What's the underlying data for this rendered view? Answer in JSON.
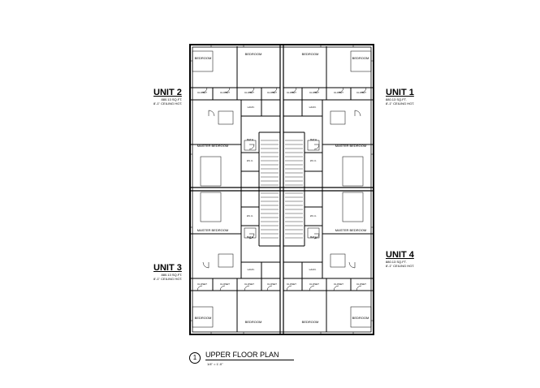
{
  "units": {
    "u1": {
      "name": "UNIT 1",
      "area": "880.13 SQ.FT.",
      "ceiling": "8'-1\" CEILING HGT."
    },
    "u2": {
      "name": "UNIT 2",
      "area": "880.13 SQ.FT.",
      "ceiling": "8'-1\" CEILING HGT."
    },
    "u3": {
      "name": "UNIT 3",
      "area": "880.13 SQ.FT.",
      "ceiling": "8'-1\" CEILING HGT."
    },
    "u4": {
      "name": "UNIT 4",
      "area": "880.13 SQ.FT.",
      "ceiling": "8'-1\" CEILING HGT."
    }
  },
  "rooms": {
    "bedroom": "BEDROOM",
    "master_bedroom": "MASTER BEDROOM",
    "closet": "CLOSET",
    "laundry": "LAUN.",
    "bath": "BATH",
    "walk_in_closet": "W.I.C."
  },
  "title": {
    "number": "1",
    "text": "UPPER FLOOR PLAN",
    "scale": "1/4\" = 1'-0\""
  }
}
